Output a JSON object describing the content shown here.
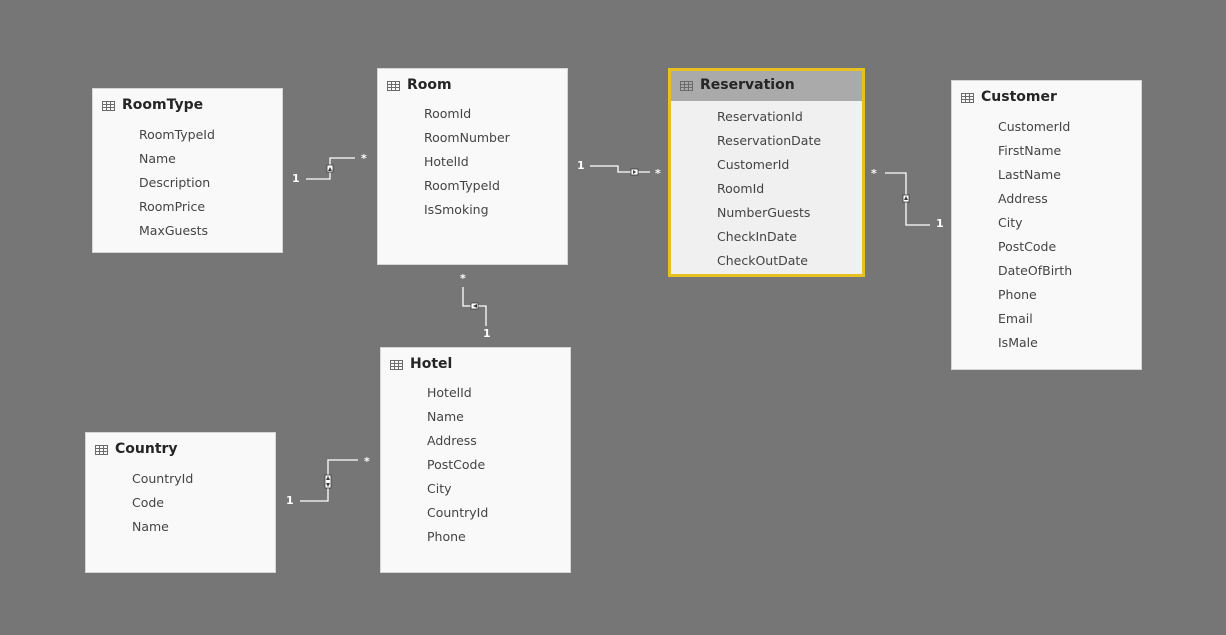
{
  "tables": {
    "roomtype": {
      "title": "RoomType",
      "fields": [
        "RoomTypeId",
        "Name",
        "Description",
        "RoomPrice",
        "MaxGuests"
      ]
    },
    "room": {
      "title": "Room",
      "fields": [
        "RoomId",
        "RoomNumber",
        "HotelId",
        "RoomTypeId",
        "IsSmoking"
      ]
    },
    "reservation": {
      "title": "Reservation",
      "fields": [
        "ReservationId",
        "ReservationDate",
        "CustomerId",
        "RoomId",
        "NumberGuests",
        "CheckInDate",
        "CheckOutDate"
      ]
    },
    "customer": {
      "title": "Customer",
      "fields": [
        "CustomerId",
        "FirstName",
        "LastName",
        "Address",
        "City",
        "PostCode",
        "DateOfBirth",
        "Phone",
        "Email",
        "IsMale"
      ]
    },
    "hotel": {
      "title": "Hotel",
      "fields": [
        "HotelId",
        "Name",
        "Address",
        "PostCode",
        "City",
        "CountryId",
        "Phone"
      ]
    },
    "country": {
      "title": "Country",
      "fields": [
        "CountryId",
        "Code",
        "Name"
      ]
    }
  },
  "selected_table": "Reservation",
  "relationships": {
    "roomtype_room": {
      "one": "1",
      "many": "*",
      "direction": "single"
    },
    "room_reservation": {
      "one": "1",
      "many": "*",
      "direction": "single"
    },
    "reservation_customer": {
      "one": "1",
      "many": "*",
      "direction": "single"
    },
    "room_hotel": {
      "one": "1",
      "many": "*",
      "direction": "single"
    },
    "hotel_country": {
      "one": "1",
      "many": "*",
      "direction": "both"
    }
  },
  "colors": {
    "canvas": "#767676",
    "card": "#f9f9f9",
    "selected_border": "#e8c020",
    "selected_header": "#aaaaaa",
    "connector": "#ffffff"
  }
}
